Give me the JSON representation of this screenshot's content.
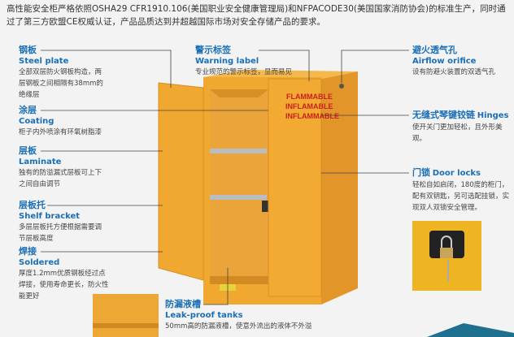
{
  "intro": "高性能安全柜严格依照OSHA29 CFR1910.106(美国职业安全健康管理局)和NFPACODE30(美国国家消防协会)的标准生产，同时通过了第三方欧盟CE权威认证，产品品质达到并超越国际市场对安全存储产品的要求。",
  "features": [
    {
      "zh": "钢板",
      "en": "Steel plate",
      "desc": "全部双层防火钢板构造，两层钢板之间相隔有38mm的绝缘层"
    },
    {
      "zh": "涂层",
      "en": "Coating",
      "desc": "柜子内外喷涂有环氧树脂漆"
    },
    {
      "zh": "层板",
      "en": "Laminate",
      "desc": "独有的防溢漏式层板可上下之间自由调节"
    },
    {
      "zh": "层板托",
      "en": "Shelf bracket",
      "desc": "多层层板托方便根据需要调节层板高度"
    },
    {
      "zh": "焊接",
      "en": "Soldered",
      "desc": "厚度1.2mm优质钢板经过点焊接，使用寿命更长，防火性能更好"
    },
    {
      "zh": "警示标签",
      "en": "Warning label",
      "desc": "专业规范的警示标签，显而易见"
    },
    {
      "zh": "避火透气孔",
      "en": "Airflow orifice",
      "desc": "设有防避火装置的双透气孔"
    },
    {
      "zh": "无缝式琴键铰链",
      "en": "Hinges",
      "desc": "使开关门更加轻松，且外形美观。"
    },
    {
      "zh": "门锁",
      "en": "Door locks",
      "desc": "轻松自如启闭，180度的柜门，配有双钥匙，另可选配挂锁，实现双人双锁安全管理。"
    },
    {
      "zh": "防漏液槽",
      "en": "Leak-proof tanks",
      "desc": "50mm高的防漏液槽，使意外流出的液体不外溢"
    }
  ],
  "cabinet_label": [
    "FLAMMABLE",
    "INFLAMABLE",
    "INFLAMMABLE"
  ],
  "colors": {
    "accent": "#1a6fb5",
    "cabinet": "#f0a830"
  }
}
